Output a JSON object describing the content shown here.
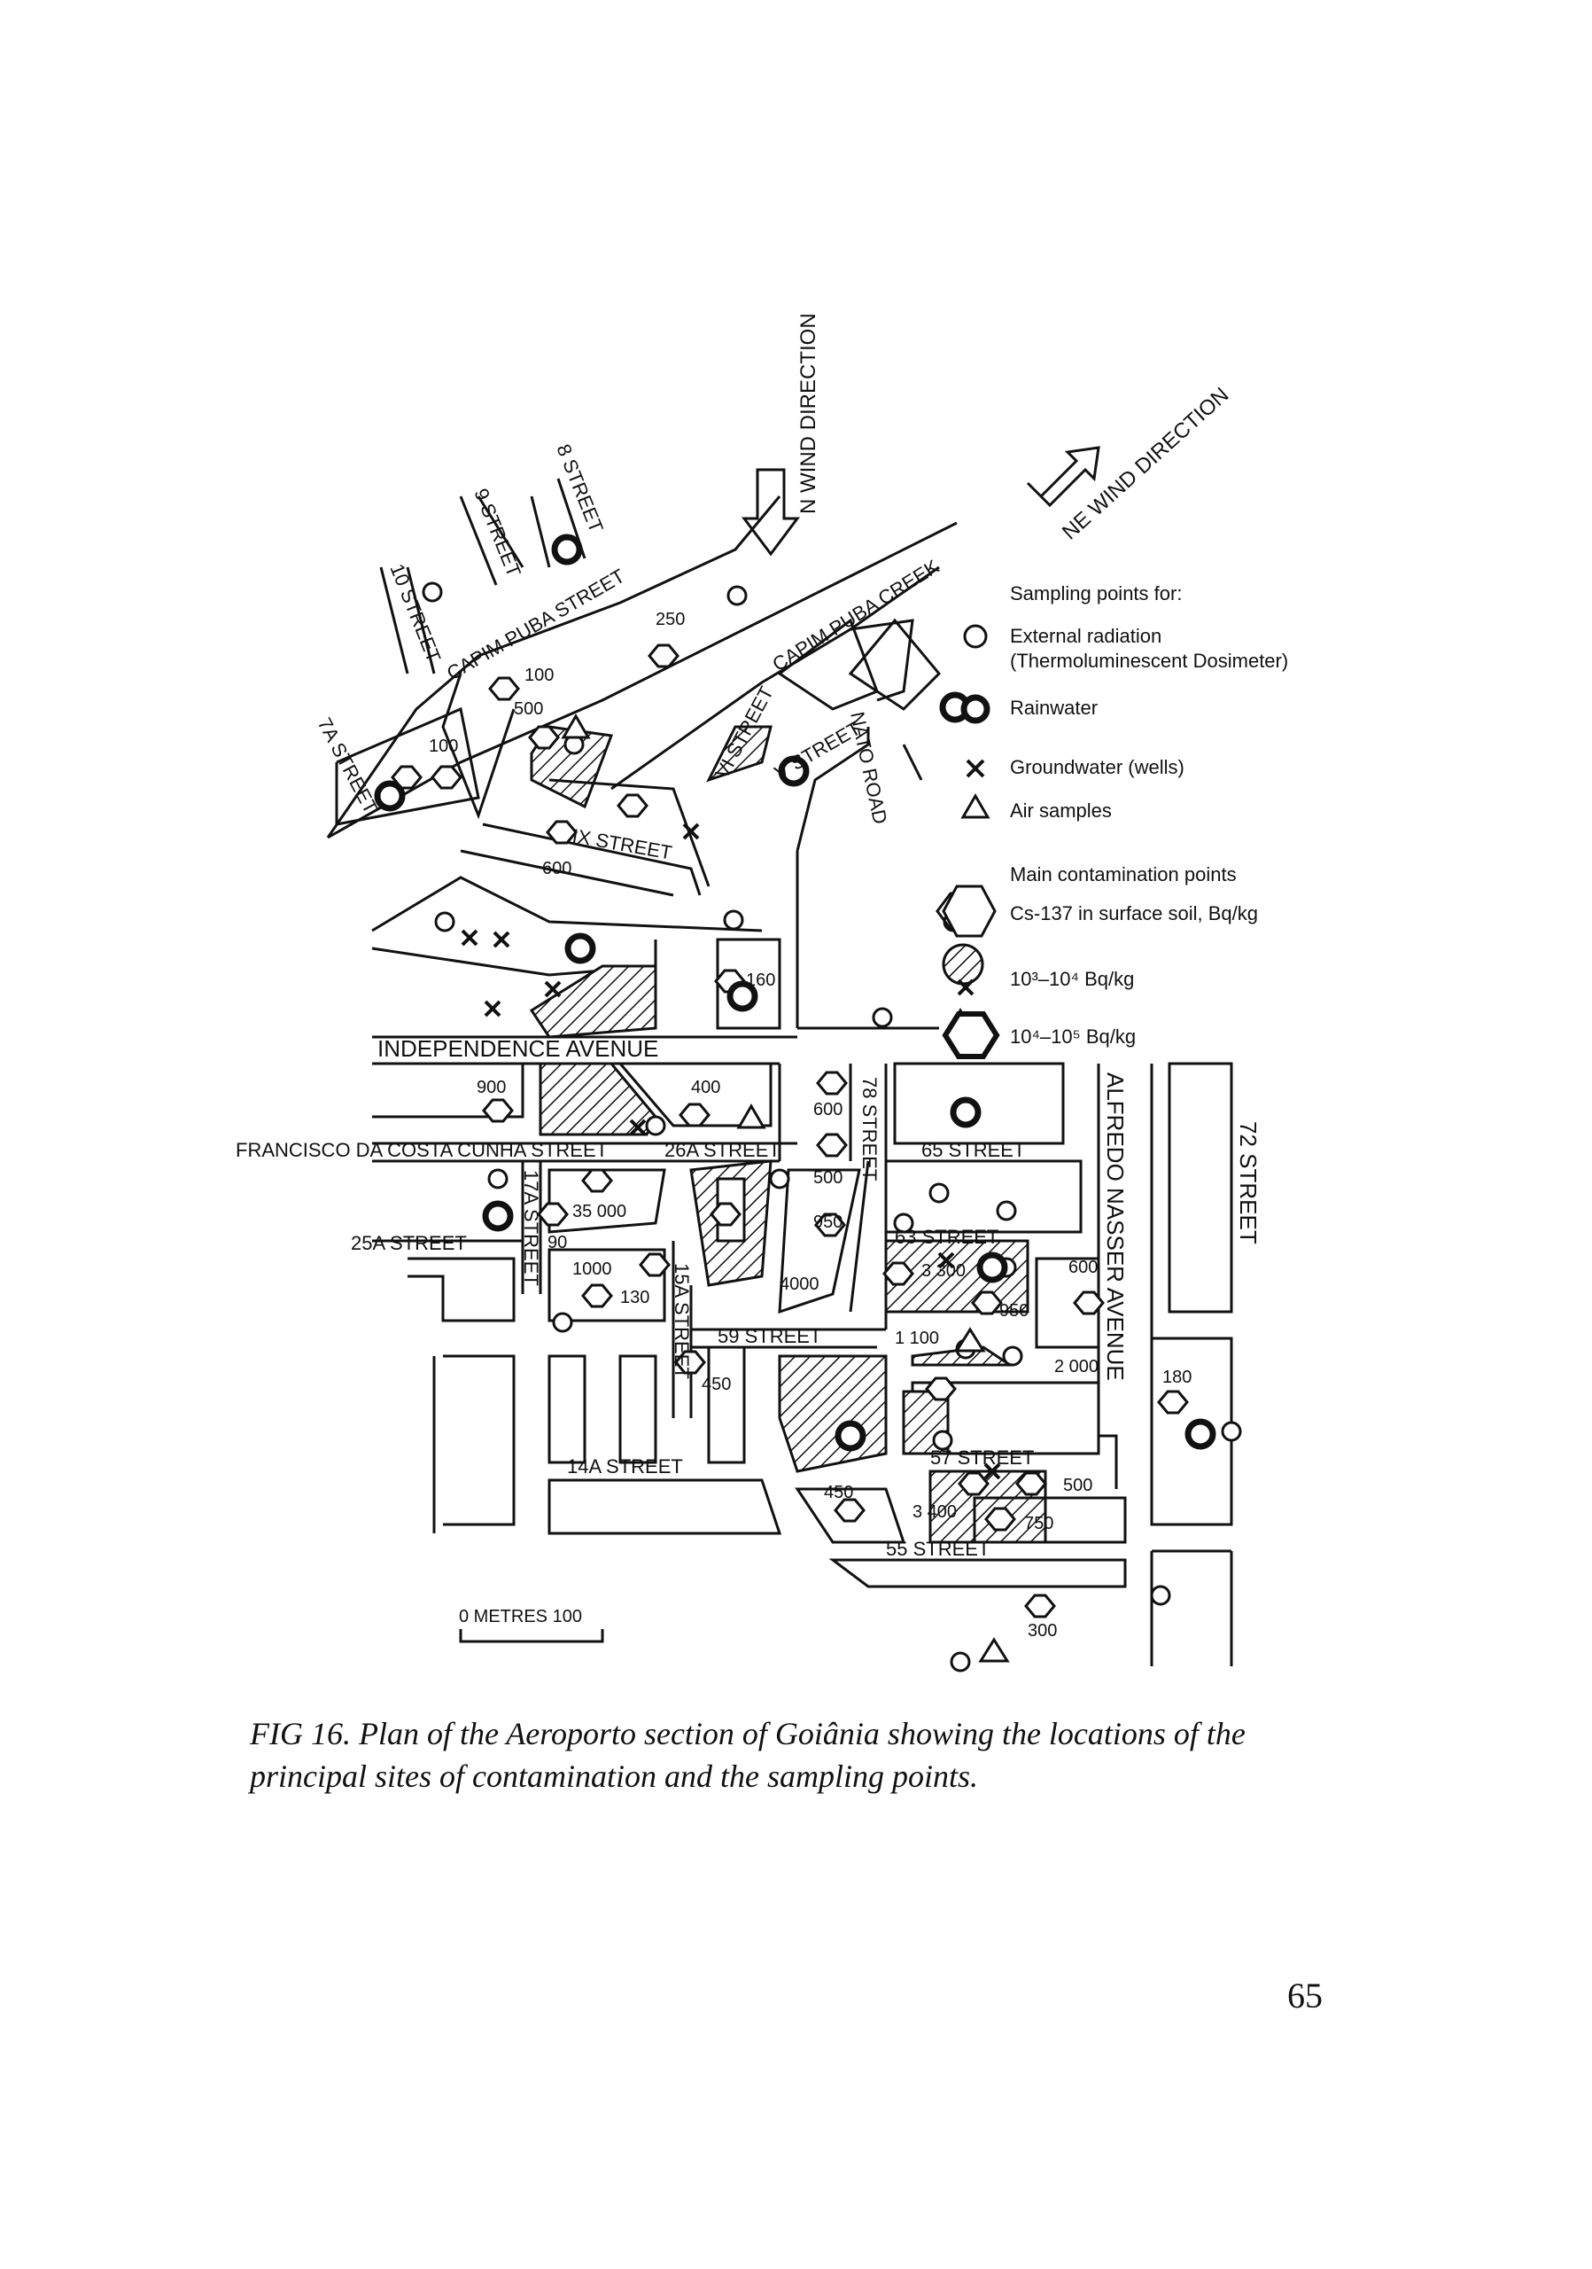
{
  "caption": "FIG 16. Plan of the Aeroporto section of Goiânia showing the locations of the principal sites of contamination and the sampling points.",
  "page_number": "65",
  "wind": {
    "n_label": "N WIND DIRECTION",
    "ne_label": "NE WIND DIRECTION"
  },
  "legend": {
    "sampling_title": "Sampling points for:",
    "external_radiation_1": "External radiation",
    "external_radiation_2": "(Thermoluminescent Dosimeter)",
    "rainwater": "Rainwater",
    "groundwater": "Groundwater (wells)",
    "air": "Air samples",
    "main_title": "Main contamination points",
    "cs137": "Cs-137 in surface soil, Bq/kg",
    "range1": "10³–10⁴ Bq/kg",
    "range2": "10⁴–10⁵ Bq/kg"
  },
  "streets": {
    "capim_puba_creek": "CAPIM PUBA CREEK",
    "capim_puba_street": "CAPIM PUBA STREET",
    "s10": "10 STREET",
    "s9": "9 STREET",
    "s8": "8 STREET",
    "s7a": "7A STREET",
    "vi_street": "VI STREET",
    "v_street": "V STREET",
    "ix_street": "IX STREET",
    "nato_road": "NATO ROAD",
    "independence": "INDEPENDENCE AVENUE",
    "francisco": "FRANCISCO DA COSTA CUNHA STREET",
    "s26a": "26A STREET",
    "s25a": "25A STREET",
    "s17a": "17A STREET",
    "s15a": "15A STREET",
    "s14a": "14A STREET",
    "s78": "78 STREET",
    "s65": "65 STREET",
    "s63": "63 STREET",
    "s59": "59 STREET",
    "s57": "57 STREET",
    "s55": "55 STREET",
    "alfredo": "ALFREDO NASSER AVENUE",
    "s72": "72 STREET"
  },
  "scale": {
    "label": "0 METRES 100"
  },
  "values": {
    "v250": "250",
    "v100a": "100",
    "v500a": "500",
    "v100b": "100",
    "v600a": "600",
    "v160": "160",
    "v900": "900",
    "v400": "400",
    "v600b": "600",
    "v500b": "500",
    "v950": "950",
    "v35000": "35 000",
    "v90": "90",
    "v1000": "1000",
    "v130": "130",
    "v4000": "4000",
    "v3300": "3 300",
    "v600c": "600",
    "v950b": "950",
    "v1100": "1 100",
    "v2000": "2 000",
    "v180": "180",
    "v450a": "450",
    "v450b": "450",
    "v3400": "3 400",
    "v500c": "500",
    "v750": "750",
    "v300": "300"
  }
}
